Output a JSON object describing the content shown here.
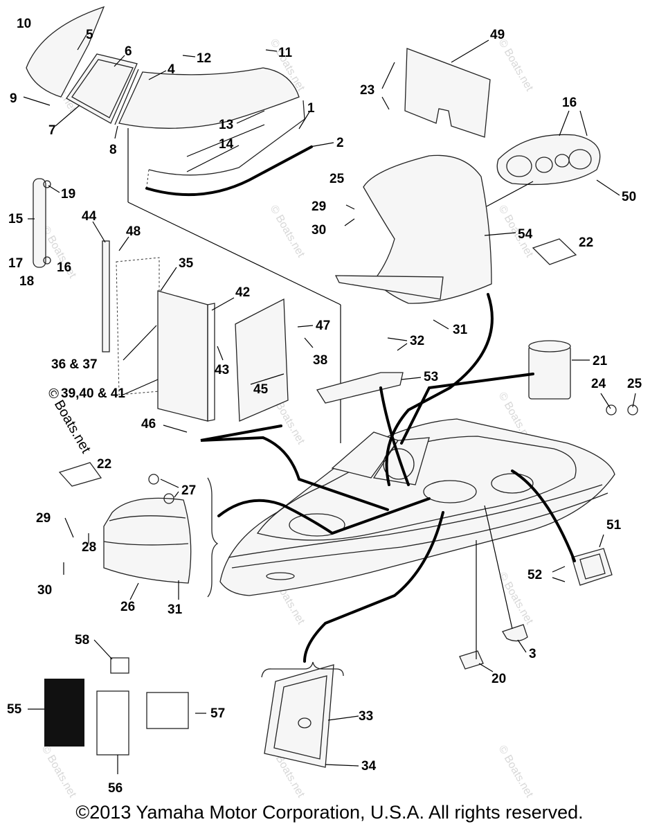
{
  "labels": {
    "l1": "1",
    "l2": "2",
    "l3": "3",
    "l4": "4",
    "l5": "5",
    "l6": "6",
    "l7": "7",
    "l8": "8",
    "l9": "9",
    "l10": "10",
    "l11": "11",
    "l12": "12",
    "l13": "13",
    "l14": "14",
    "l15": "15",
    "l16a": "16",
    "l16b": "16",
    "l17": "17",
    "l18": "18",
    "l19": "19",
    "l20": "20",
    "l21": "21",
    "l22a": "22",
    "l22b": "22",
    "l23": "23",
    "l24": "24",
    "l25a": "25",
    "l25b": "25",
    "l26": "26",
    "l27": "27",
    "l28": "28",
    "l29a": "29",
    "l29b": "29",
    "l30a": "30",
    "l30b": "30",
    "l31a": "31",
    "l31b": "31",
    "l32": "32",
    "l33": "33",
    "l34": "34",
    "l35": "35",
    "l36": "36 & 37",
    "l38": "38",
    "l39": "39,40 & 41",
    "l42": "42",
    "l43": "43",
    "l44": "44",
    "l45": "45",
    "l46": "46",
    "l47": "47",
    "l48": "48",
    "l49": "49",
    "l50": "50",
    "l51": "51",
    "l52": "52",
    "l53": "53",
    "l54": "54",
    "l55": "55",
    "l56": "56",
    "l57": "57",
    "l58": "58"
  },
  "watermark": "© Boats.net",
  "copyright": "©2013 Yamaha Motor Corporation, U.S.A. All rights reserved."
}
